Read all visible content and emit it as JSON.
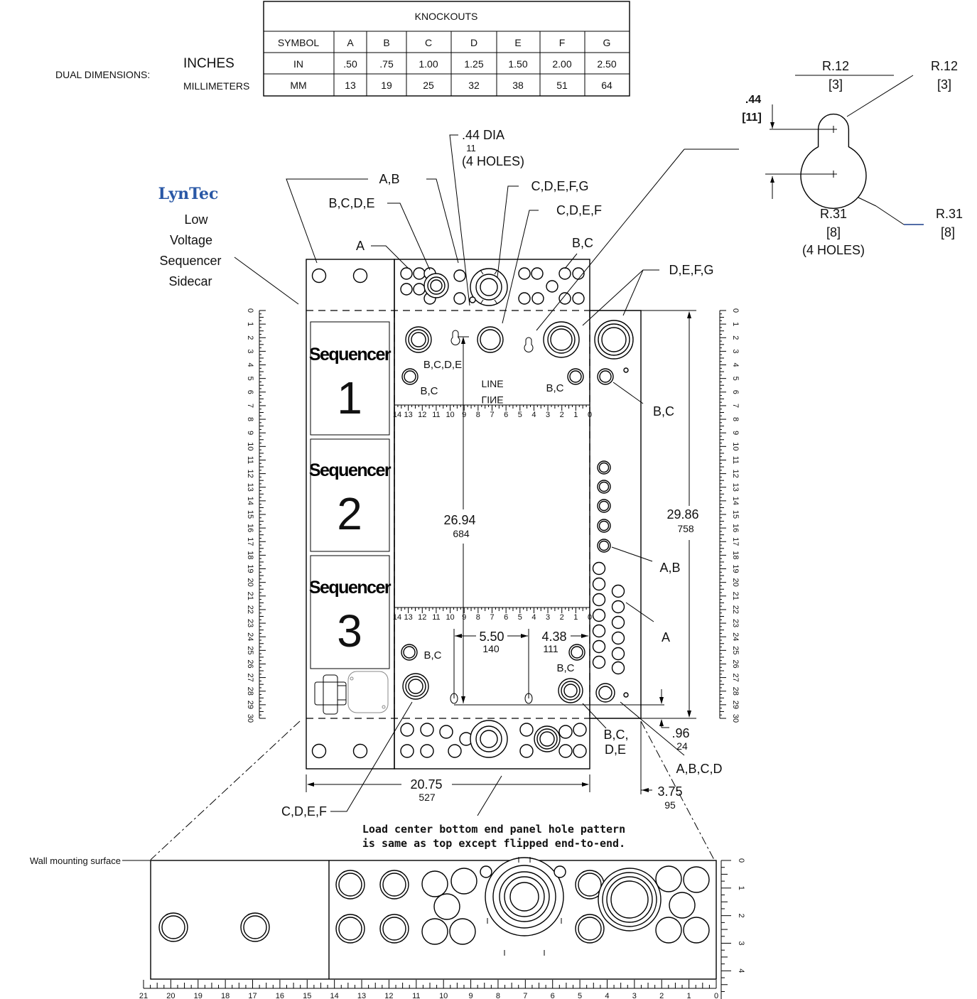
{
  "knockouts_table": {
    "title": "KNOCKOUTS",
    "symbol_header": "SYMBOL",
    "symbols": [
      "A",
      "B",
      "C",
      "D",
      "E",
      "F",
      "G"
    ],
    "in_label": "IN",
    "inches": [
      ".50",
      ".75",
      "1.00",
      "1.25",
      "1.50",
      "2.00",
      "2.50"
    ],
    "mm_label": "MM",
    "millimeters": [
      "13",
      "19",
      "25",
      "32",
      "38",
      "51",
      "64"
    ]
  },
  "dual_dimensions": {
    "label": "DUAL DIMENSIONS:",
    "inches": "INCHES",
    "millimeters": "MILLIMETERS"
  },
  "brand": {
    "logo": "LynTec",
    "line1": "Low",
    "line2": "Voltage",
    "line3": "Sequencer",
    "line4": "Sidecar"
  },
  "sequencers": [
    {
      "label": "Sequencer",
      "number": "1"
    },
    {
      "label": "Sequencer",
      "number": "2"
    },
    {
      "label": "Sequencer",
      "number": "3"
    }
  ],
  "keyhole_detail": {
    "r12_a": "R.12",
    "r12_a_mm": "[3]",
    "r12_b": "R.12",
    "r12_b_mm": "[3]",
    "dim44": ".44",
    "dim44_mm": "[11]",
    "r31_a": "R.31",
    "r31_a_mm": "[8]",
    "r31_a_note": "(4 HOLES)",
    "r31_b": "R.31",
    "r31_b_mm": "[8]"
  },
  "callouts": {
    "dia_holes": ".44 DIA",
    "dia_holes_mm": "11",
    "dia_holes_note": "(4 HOLES)",
    "ab_top": "A,B",
    "bcde_top": "B,C,D,E",
    "cdefg": "C,D,E,F,G",
    "cdef_top": "C,D,E,F",
    "a_top": "A",
    "bc_top": "B,C",
    "defg": "D,E,F,G",
    "bcde_inner": "B,C,D,E",
    "bc_inner_left": "B,C",
    "bc_inner_right": "B,C",
    "line": "LINE",
    "line_flipped": "LINE",
    "bc_right": "B,C",
    "ab_right": "A,B",
    "a_right": "A",
    "bc_bottom_left": "B,C",
    "bc_bottom_right": "B,C",
    "bcde_bottom_1": "B,C,",
    "bcde_bottom_2": "D,E",
    "abcd": "A,B,C,D",
    "cdef_bottom": "C,D,E,F"
  },
  "dimensions": {
    "height_in": "26.94",
    "height_mm": "684",
    "overall_in": "29.86",
    "overall_mm": "758",
    "spacing_a_in": "5.50",
    "spacing_a_mm": "140",
    "spacing_b_in": "4.38",
    "spacing_b_mm": "111",
    "bottom_in": ".96",
    "bottom_mm": "24",
    "width_in": "20.75",
    "width_mm": "527",
    "offset_in": "3.75",
    "offset_mm": "95"
  },
  "notes": {
    "bottom_panel_line1": "Load center bottom end panel hole pattern",
    "bottom_panel_line2": "is same as top except flipped end-to-end.",
    "wall_mount": "Wall mounting surface"
  },
  "inner_ruler_labels": [
    "14",
    "13",
    "12",
    "11",
    "10",
    "9",
    "8",
    "7",
    "6",
    "5",
    "4",
    "3",
    "2",
    "1",
    "0"
  ],
  "vertical_ruler_labels": [
    "0",
    "1",
    "2",
    "3",
    "4",
    "5",
    "6",
    "7",
    "8",
    "9",
    "10",
    "11",
    "12",
    "13",
    "14",
    "15",
    "16",
    "17",
    "18",
    "19",
    "20",
    "21",
    "22",
    "23",
    "24",
    "25",
    "26",
    "27",
    "28",
    "29",
    "30"
  ],
  "bottom_ruler_labels": [
    "21",
    "20",
    "19",
    "18",
    "17",
    "16",
    "15",
    "14",
    "13",
    "12",
    "11",
    "10",
    "9",
    "8",
    "7",
    "6",
    "5",
    "4",
    "3",
    "2",
    "1",
    "0"
  ],
  "side_ruler_labels": [
    "0",
    "1",
    "2",
    "3",
    "4",
    "5"
  ]
}
